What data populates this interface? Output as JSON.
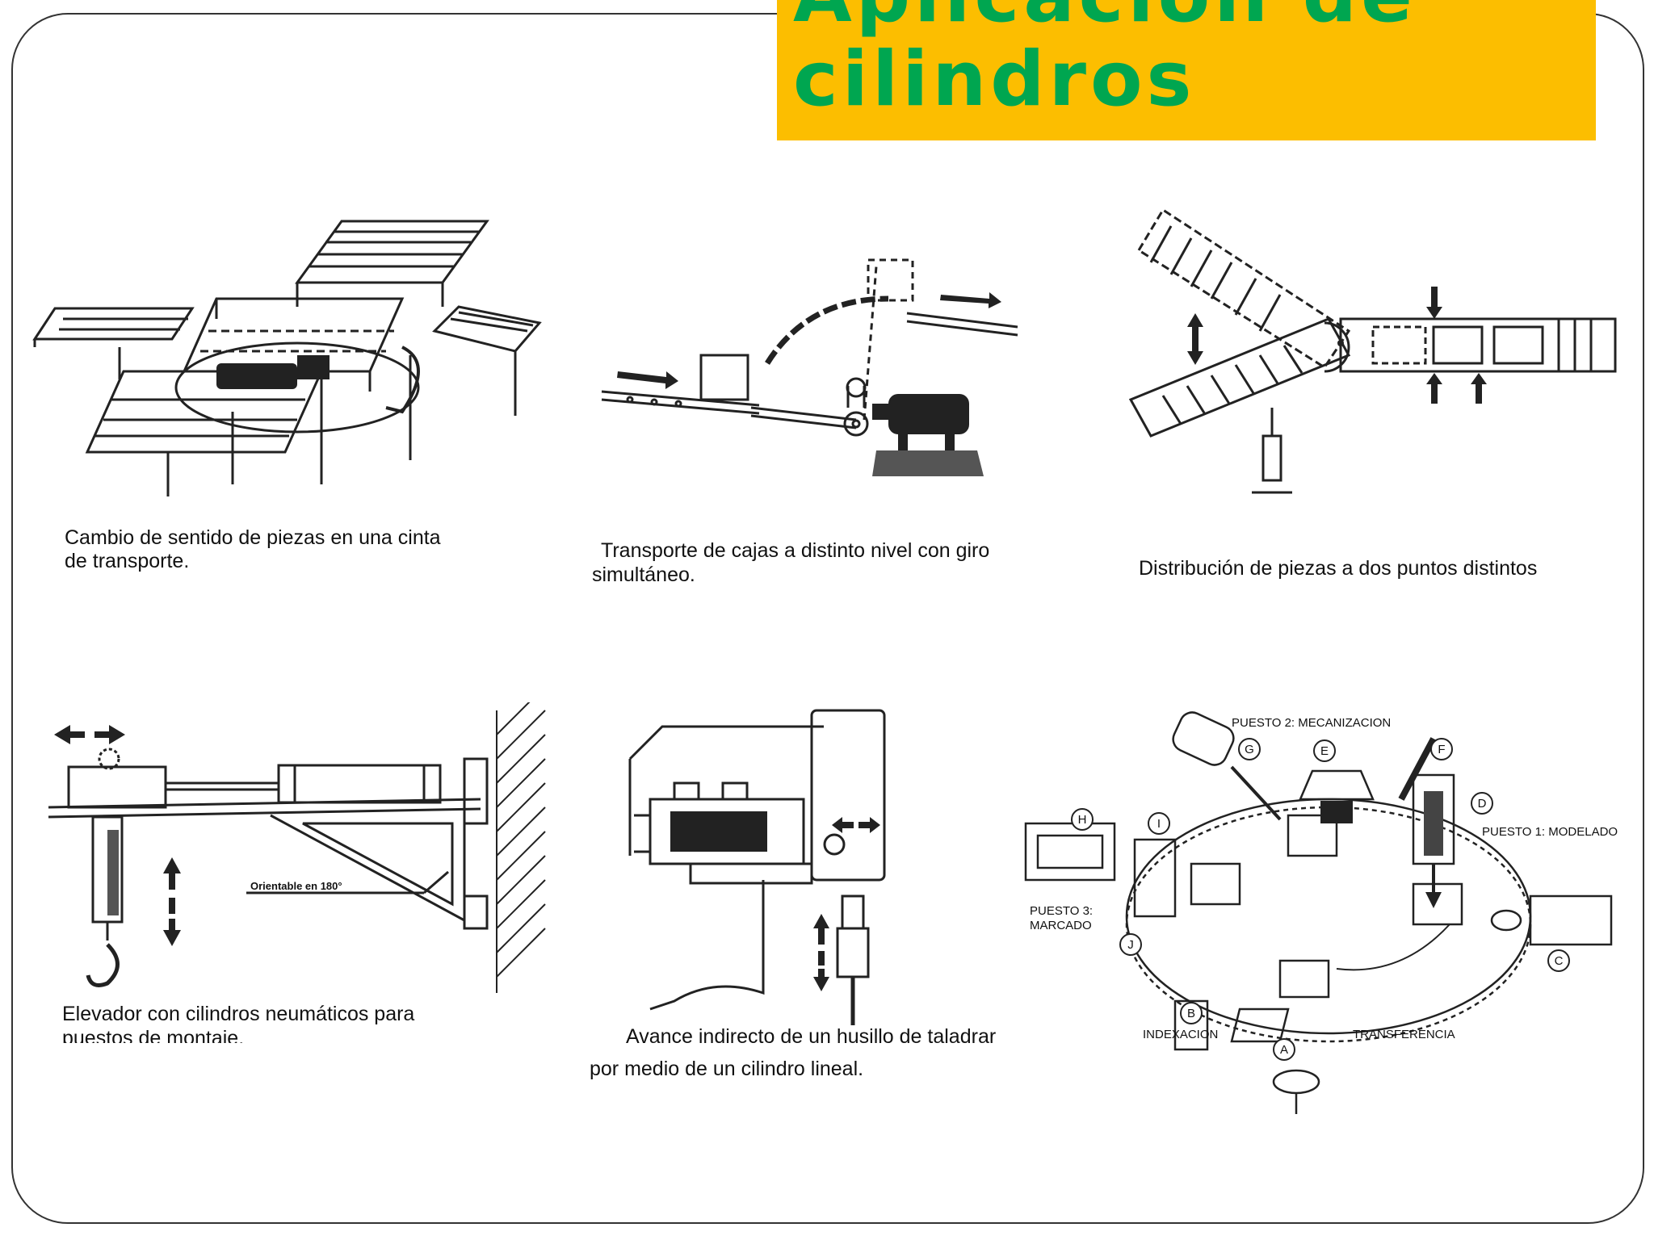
{
  "slide": {
    "title_line1": "Aplicación de",
    "title_line2": "cilindros",
    "title_color": "#00a650",
    "title_background": "#fcbe00"
  },
  "figures": [
    {
      "id": "fig1",
      "caption_line1": "Cambio de sentido de piezas en una cinta",
      "caption_line2": "de transporte."
    },
    {
      "id": "fig2",
      "caption_line1": "Transporte de cajas a distinto nivel con giro",
      "caption_line2": "simultáneo."
    },
    {
      "id": "fig3",
      "caption_line1": "Distribución de piezas a dos puntos distintos"
    },
    {
      "id": "fig4",
      "caption_line1": "Elevador con cilindros neumáticos para",
      "caption_line2": "puestos de montaje.",
      "annotation": "Orientable en 180°"
    },
    {
      "id": "fig5",
      "caption_line1": "Avance indirecto de un husillo de taladrar",
      "caption_line2": "por medio de un cilindro lineal."
    },
    {
      "id": "fig6",
      "labels": {
        "puesto2": "PUESTO 2: MECANIZACION",
        "puesto1": "PUESTO 1: MODELADO",
        "puesto3_line1": "PUESTO 3:",
        "puesto3_line2": "MARCADO",
        "indexacion": "INDEXACION",
        "transferencia": "TRANSFERENCIA",
        "A": "A",
        "B": "B",
        "C": "C",
        "D": "D",
        "E": "E",
        "F": "F",
        "G": "G",
        "H": "H",
        "I": "I",
        "J": "J"
      }
    }
  ]
}
